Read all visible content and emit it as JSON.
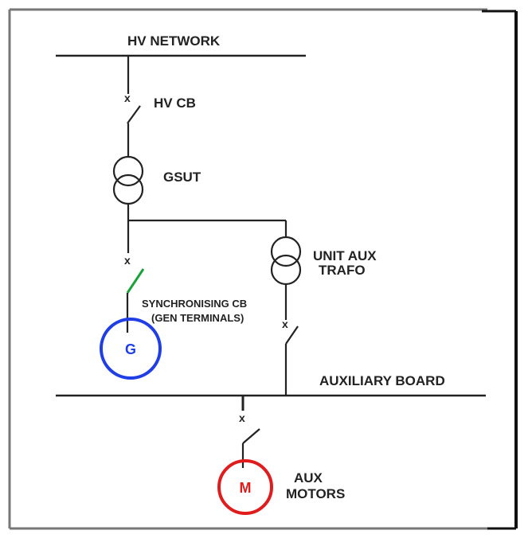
{
  "labels": {
    "hv_network": "HV NETWORK",
    "hv_cb": "HV CB",
    "gsut": "GSUT",
    "unit_aux_line1": "UNIT AUX",
    "unit_aux_line2": "TRAFO",
    "sync_cb_line1": "SYNCHRONISING CB",
    "sync_cb_line2": "(GEN TERMINALS)",
    "auxiliary_board": "AUXILIARY BOARD",
    "aux_motors_line1": "AUX",
    "aux_motors_line2": "MOTORS",
    "generator_symbol": "G",
    "motor_symbol": "M"
  },
  "breaker_marks": {
    "hv_cb": "x",
    "sync_cb": "x",
    "aux_incomer_cb": "x",
    "aux_motor_cb": "x"
  },
  "colors": {
    "line": "#222222",
    "frame": "#777777",
    "generator": "#1f3ee6",
    "motor": "#e01c1c",
    "sync_breaker": "#1aa33a"
  }
}
